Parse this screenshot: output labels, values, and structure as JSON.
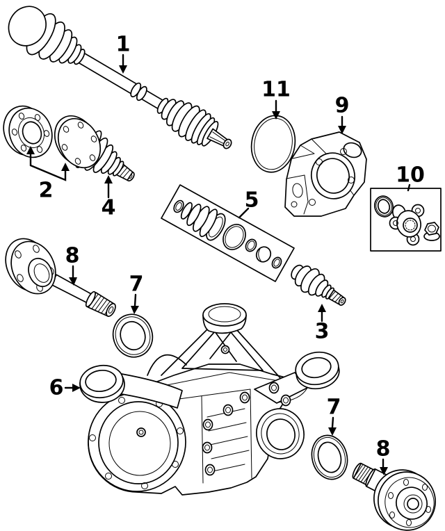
{
  "colors": {
    "background": "#ffffff",
    "ink": "#000000"
  },
  "callouts": [
    {
      "label": "1"
    },
    {
      "label": "2"
    },
    {
      "label": "3"
    },
    {
      "label": "4"
    },
    {
      "label": "5"
    },
    {
      "label": "6"
    },
    {
      "label": "7"
    },
    {
      "label": "7"
    },
    {
      "label": "8"
    },
    {
      "label": "8"
    },
    {
      "label": "9"
    },
    {
      "label": "10"
    },
    {
      "label": "11"
    }
  ]
}
